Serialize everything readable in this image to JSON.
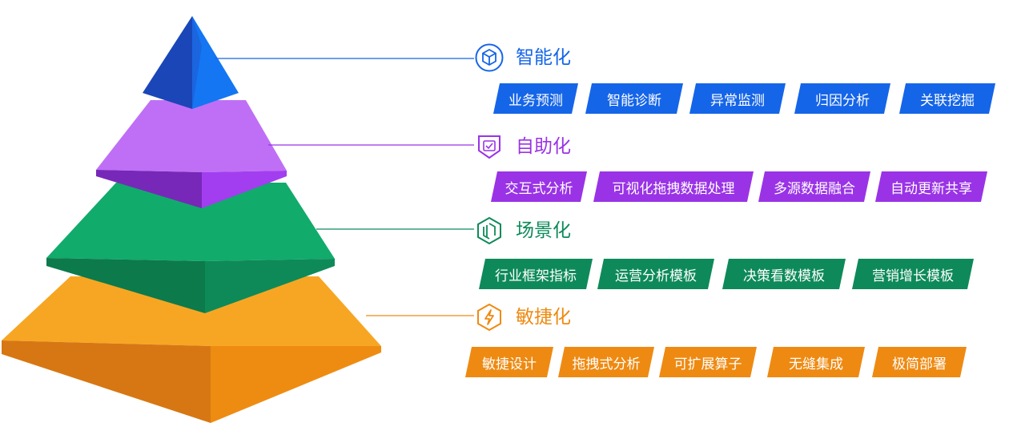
{
  "tiers": [
    {
      "label": "智能化",
      "icon": "cube-icon",
      "color": "#1565e8",
      "tags": [
        "业务预测",
        "智能诊断",
        "异常监测",
        "归因分析",
        "关联挖掘"
      ]
    },
    {
      "label": "自助化",
      "icon": "shield-check-icon",
      "color": "#9a33e6",
      "tags": [
        "交互式分析",
        "可视化拖拽数据处理",
        "多源数据融合",
        "自动更新共享"
      ]
    },
    {
      "label": "场景化",
      "icon": "layers-icon",
      "color": "#0e8a5a",
      "tags": [
        "行业框架指标",
        "运营分析模板",
        "决策看数模板",
        "营销增长模板"
      ]
    },
    {
      "label": "敏捷化",
      "icon": "lightning-icon",
      "color": "#ee8a12",
      "tags": [
        "敏捷设计",
        "拖拽式分析",
        "可扩展算子",
        "无缝集成",
        "极简部署"
      ]
    }
  ]
}
